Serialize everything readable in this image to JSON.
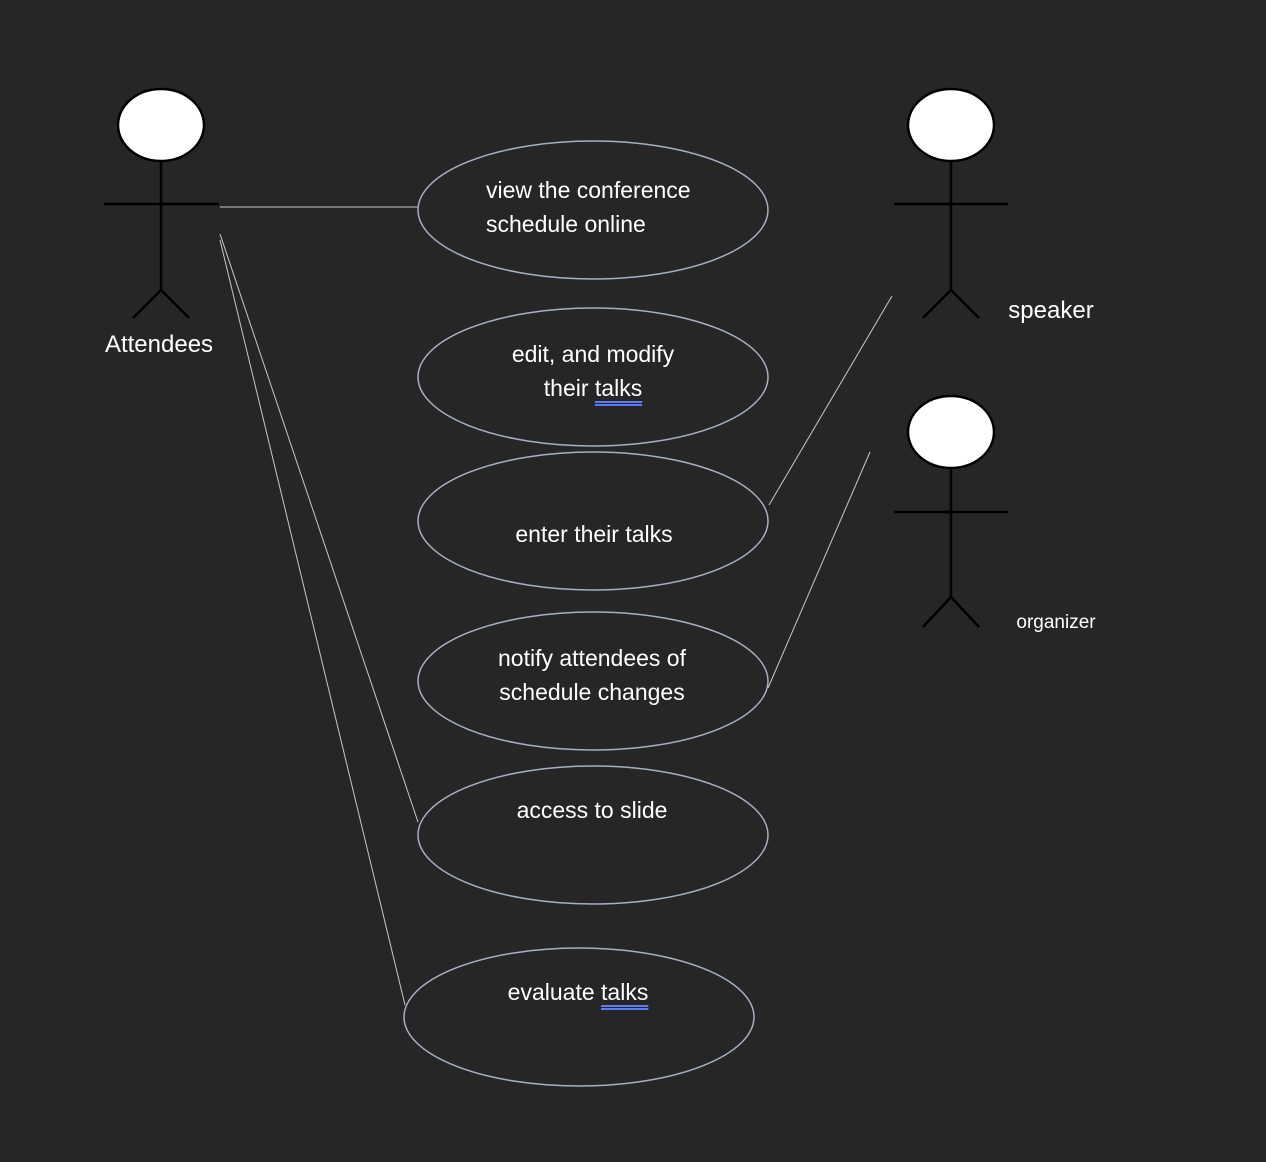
{
  "colors": {
    "background": "#262626",
    "actor_fill": "#ffffff",
    "actor_stroke": "#000000",
    "ellipse_stroke": "#a6b0c4",
    "connector": "#c8c8c8",
    "text": "#ffffff",
    "spellcheck_underline": "#5b7bf5"
  },
  "actors": {
    "attendees": {
      "label": "Attendees"
    },
    "speaker": {
      "label": "speaker"
    },
    "organizer": {
      "label": "organizer"
    }
  },
  "use_cases": {
    "view_schedule": {
      "line1": "view the conference",
      "line2": "schedule online"
    },
    "edit_talks": {
      "line1": "edit, and modify",
      "line2_prefix": "their ",
      "line2_underlined": "talks"
    },
    "enter_talks": {
      "line1": "enter their talks"
    },
    "notify_changes": {
      "line1": "notify attendees of",
      "line2": "schedule changes"
    },
    "access_slide": {
      "line1": "access to slide"
    },
    "evaluate_talks": {
      "prefix": "evaluate ",
      "underlined": "talks"
    }
  }
}
